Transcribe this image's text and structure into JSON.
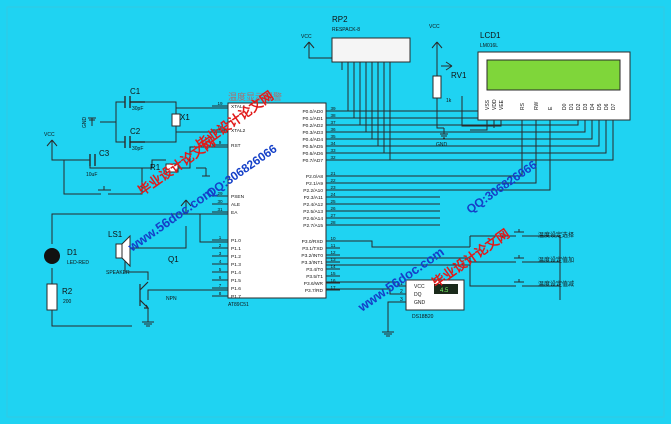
{
  "colors": {
    "canvas": "#1fd3f2",
    "border": "#33c9e3",
    "wire": "#2a2a2a",
    "chip_fill": "#ffffff",
    "lcd_screen": "#7fd63a",
    "rp2_fill": "#f5f5f5",
    "ds_screen": "#1b2a1b",
    "ds_digits": "#7cff6a",
    "led": "#111111",
    "chip_title": "#a77070",
    "label": "#111111",
    "watermark_blue": "#1540c8",
    "watermark_red": "#e11a1a"
  },
  "labels": {
    "rp2": "RP2",
    "rp2_type": "RESPACK-8",
    "lcd": "LCD1",
    "lcd_type": "LM016L",
    "vcc": "VCC",
    "gnd": "GND",
    "rv1": "RV1",
    "rv1_value": "1k",
    "c1": "C1",
    "c1_value": "30pF",
    "c2": "C2",
    "c2_value": "30pF",
    "c3": "C3",
    "c3_value": "10uF",
    "x1": "X1",
    "r1": "R1",
    "d1": "D1",
    "d1_type": "LED-RED",
    "r2": "R2",
    "r2_value": "200",
    "ls1": "LS1",
    "ls1_type": "SPEAKER",
    "q1": "Q1",
    "q1_type": "NPN",
    "chip_title": "温度显示报警",
    "chip_part": "AT89C51",
    "ds18b20": "DS18B20",
    "ds_reading": "4.5",
    "ds_pins": [
      "VCC",
      "DQ",
      "GND"
    ],
    "ds_pin_numbers": [
      "1",
      "2",
      "3"
    ],
    "btn_select": "温度设定选择",
    "btn_plus": "温度设定值加",
    "btn_minus": "温度设定值减"
  },
  "mcu": {
    "left_pins": [
      {
        "num": "19",
        "name": "XTAL1"
      },
      {
        "num": "18",
        "name": "XTAL2"
      },
      {
        "num": "9",
        "name": "RST"
      },
      {
        "num": "29",
        "name": "PSEN"
      },
      {
        "num": "30",
        "name": "ALE"
      },
      {
        "num": "31",
        "name": "EA"
      },
      {
        "num": "1",
        "name": "P1.0"
      },
      {
        "num": "2",
        "name": "P1.1"
      },
      {
        "num": "3",
        "name": "P1.2"
      },
      {
        "num": "4",
        "name": "P1.3"
      },
      {
        "num": "5",
        "name": "P1.4"
      },
      {
        "num": "6",
        "name": "P1.5"
      },
      {
        "num": "7",
        "name": "P1.6"
      },
      {
        "num": "8",
        "name": "P1.7"
      }
    ],
    "right_pins": [
      {
        "num": "39",
        "name": "P0.0/AD0"
      },
      {
        "num": "38",
        "name": "P0.1/AD1"
      },
      {
        "num": "37",
        "name": "P0.2/AD2"
      },
      {
        "num": "36",
        "name": "P0.3/AD3"
      },
      {
        "num": "35",
        "name": "P0.4/AD4"
      },
      {
        "num": "34",
        "name": "P0.5/AD5"
      },
      {
        "num": "33",
        "name": "P0.6/AD6"
      },
      {
        "num": "32",
        "name": "P0.7/AD7"
      },
      {
        "num": "21",
        "name": "P2.0/A8"
      },
      {
        "num": "22",
        "name": "P2.1/A9"
      },
      {
        "num": "23",
        "name": "P2.2/A10"
      },
      {
        "num": "24",
        "name": "P2.3/A11"
      },
      {
        "num": "25",
        "name": "P2.4/A12"
      },
      {
        "num": "26",
        "name": "P2.5/A13"
      },
      {
        "num": "27",
        "name": "P2.6/A14"
      },
      {
        "num": "28",
        "name": "P2.7/A15"
      },
      {
        "num": "10",
        "name": "P3.0/RXD"
      },
      {
        "num": "11",
        "name": "P3.1/TXD"
      },
      {
        "num": "12",
        "name": "P3.2/INT0"
      },
      {
        "num": "13",
        "name": "P3.3/INT1"
      },
      {
        "num": "14",
        "name": "P3.4/T0"
      },
      {
        "num": "15",
        "name": "P3.5/T1"
      },
      {
        "num": "16",
        "name": "P3.6/WR"
      },
      {
        "num": "17",
        "name": "P3.7/RD"
      }
    ]
  },
  "lcd_pins": [
    "VSS",
    "VDD",
    "VEE",
    "RS",
    "RW",
    "E",
    "D0",
    "D1",
    "D2",
    "D3",
    "D4",
    "D5",
    "D6",
    "D7"
  ],
  "watermarks": {
    "site": "www.56doc.com",
    "qq": "QQ:306826066",
    "brand": "毕业设计论文网"
  }
}
